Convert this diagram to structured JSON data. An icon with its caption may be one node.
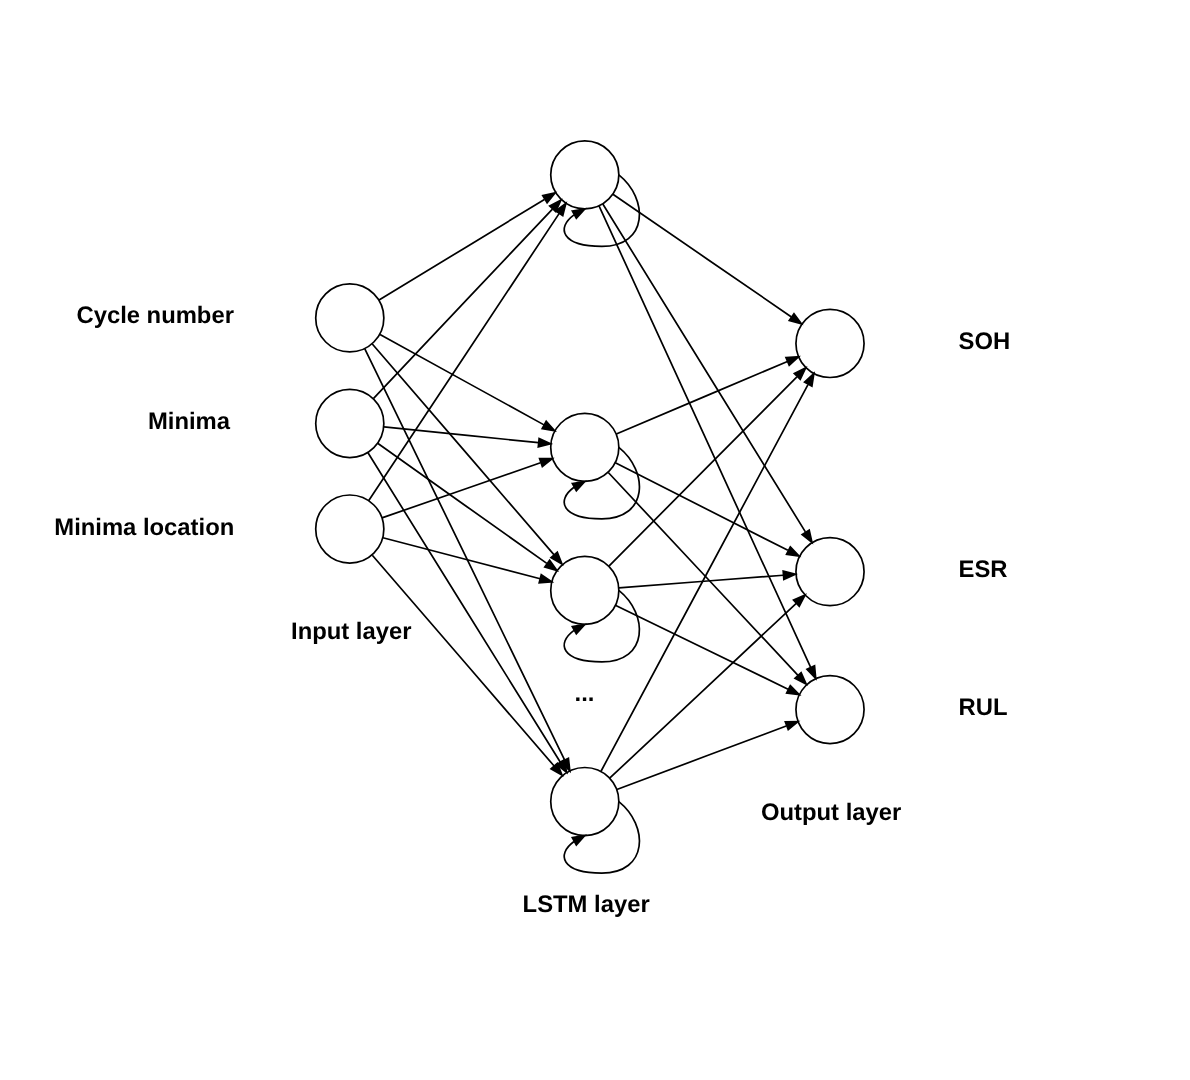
{
  "diagram": {
    "nodes": [
      {
        "text": [],
        "shape": "circle",
        "beside": [
          "Cycle number"
        ]
      },
      {
        "text": [],
        "shape": "circle",
        "beside": [
          "Minima"
        ]
      },
      {
        "text": [],
        "shape": "circle",
        "beside": [
          "Minima location"
        ]
      },
      {
        "text": [],
        "shape": "circle"
      },
      {
        "text": [],
        "shape": "circle"
      },
      {
        "text": [],
        "shape": "circle"
      },
      {
        "text": [],
        "shape": "circle"
      },
      {
        "text": [],
        "shape": "circle",
        "beside": [
          "SOH"
        ]
      },
      {
        "text": [],
        "shape": "circle",
        "beside": [
          "ESR"
        ]
      },
      {
        "text": [],
        "shape": "circle",
        "beside": [
          "RUL"
        ]
      }
    ],
    "edges": [
      {
        "from": 3,
        "to": 3,
        "arrow": "to"
      },
      {
        "from": 4,
        "to": 4,
        "arrow": "to"
      },
      {
        "from": 5,
        "to": 5,
        "arrow": "to"
      },
      {
        "from": 6,
        "to": 6,
        "arrow": "to"
      },
      {
        "from": 0,
        "to": 3,
        "arrow": "to"
      },
      {
        "from": 0,
        "to": 4,
        "arrow": "to"
      },
      {
        "from": 0,
        "to": 5,
        "arrow": "to"
      },
      {
        "from": 0,
        "to": 6,
        "arrow": "to"
      },
      {
        "from": 1,
        "to": 3,
        "arrow": "to"
      },
      {
        "from": 1,
        "to": 4,
        "arrow": "to"
      },
      {
        "from": 1,
        "to": 5,
        "arrow": "to"
      },
      {
        "from": 1,
        "to": 6,
        "arrow": "to"
      },
      {
        "from": 2,
        "to": 3,
        "arrow": "to"
      },
      {
        "from": 2,
        "to": 4,
        "arrow": "to"
      },
      {
        "from": 2,
        "to": 5,
        "arrow": "to"
      },
      {
        "from": 2,
        "to": 6,
        "arrow": "to"
      },
      {
        "from": 3,
        "to": 7,
        "arrow": "to"
      },
      {
        "from": 3,
        "to": 8,
        "arrow": "to"
      },
      {
        "from": 3,
        "to": 9,
        "arrow": "to"
      },
      {
        "from": 4,
        "to": 7,
        "arrow": "to"
      },
      {
        "from": 4,
        "to": 8,
        "arrow": "to"
      },
      {
        "from": 4,
        "to": 9,
        "arrow": "to"
      },
      {
        "from": 5,
        "to": 7,
        "arrow": "to"
      },
      {
        "from": 5,
        "to": 8,
        "arrow": "to"
      },
      {
        "from": 5,
        "to": 9,
        "arrow": "to"
      },
      {
        "from": 6,
        "to": 7,
        "arrow": "to"
      },
      {
        "from": 6,
        "to": 8,
        "arrow": "to"
      },
      {
        "from": 6,
        "to": 9,
        "arrow": "to"
      }
    ],
    "labels": [
      "...",
      "Input layer",
      "LSTM layer",
      "Output layer"
    ]
  }
}
